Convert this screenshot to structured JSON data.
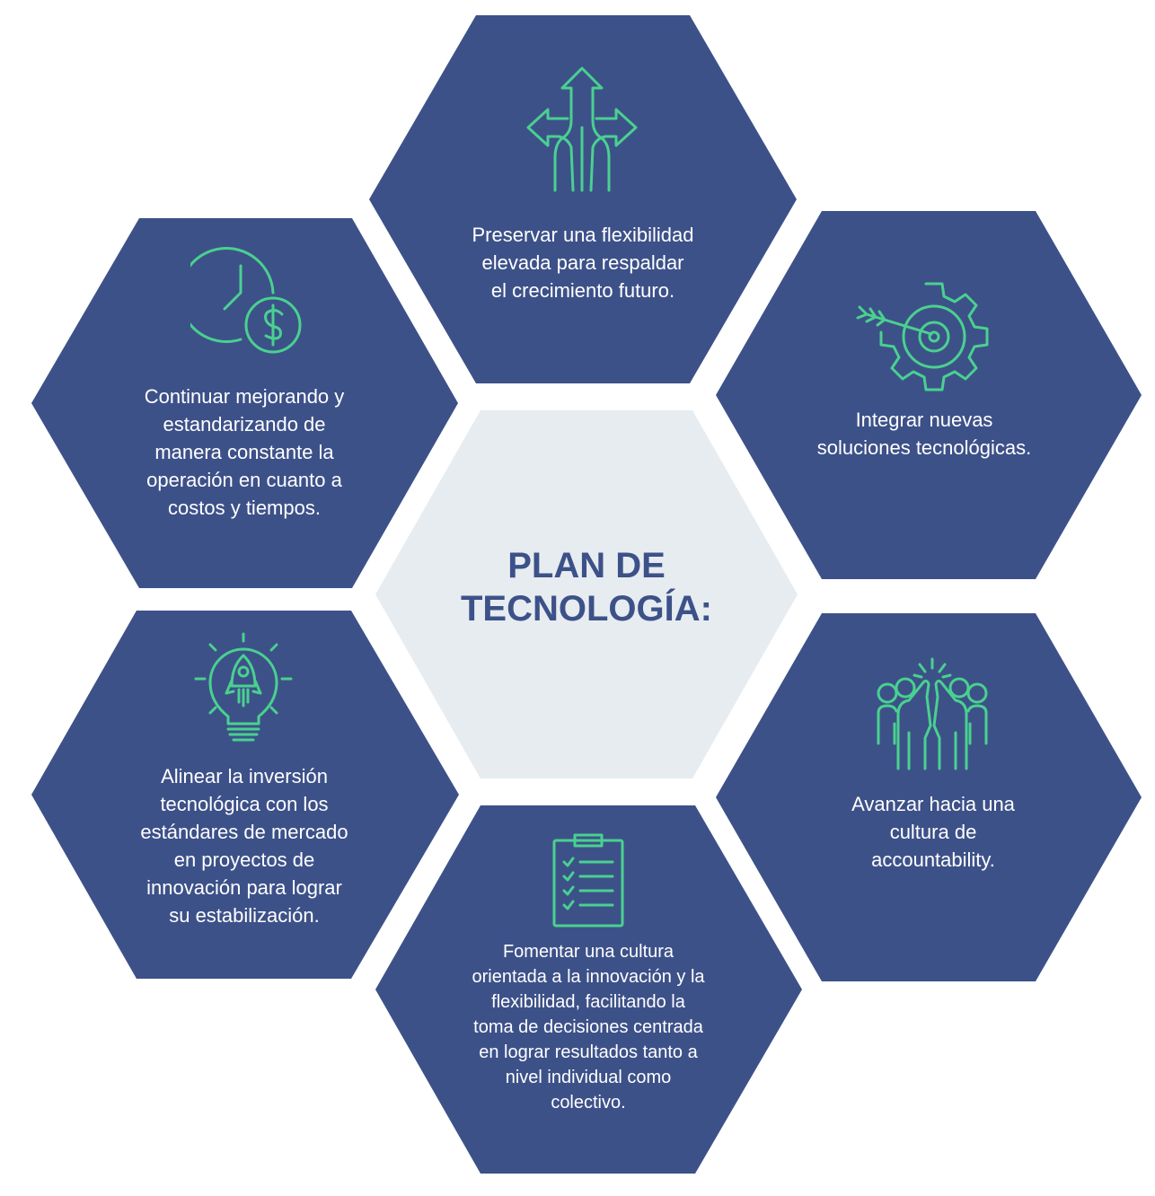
{
  "colors": {
    "hex_fill": "#3d5189",
    "center_fill": "#e6ecf0",
    "icon_stroke": "#49d18f",
    "text": "#ffffff",
    "title": "#3d5189"
  },
  "center": {
    "title": "PLAN DE\nTECNOLOGÍA:"
  },
  "hexagons": {
    "top": {
      "icon": "arrows-diverging-icon",
      "text": "Preservar una flexibilidad\nelevada para respaldar\nel crecimiento futuro."
    },
    "upper_left": {
      "icon": "clock-dollar-icon",
      "text": "Continuar mejorando y\nestandarizando de\nmanera constante la\noperación en cuanto a\ncostos y tiempos."
    },
    "upper_right": {
      "icon": "gear-target-icon",
      "text": "Integrar nuevas\nsoluciones tecnológicas."
    },
    "lower_left": {
      "icon": "lightbulb-rocket-icon",
      "text": "Alinear la inversión\ntecnológica con los\nestándares de mercado\nen proyectos de\ninnovación para lograr\nsu estabilización."
    },
    "lower_right": {
      "icon": "team-high-five-icon",
      "text": "Avanzar hacia una\ncultura de\naccountability."
    },
    "bottom": {
      "icon": "clipboard-checklist-icon",
      "text": "Fomentar una cultura\norientada a la innovación y la\nflexibilidad, facilitando la\ntoma de decisiones centrada\nen lograr resultados tanto a\nnivel individual como\ncolectivo."
    }
  }
}
